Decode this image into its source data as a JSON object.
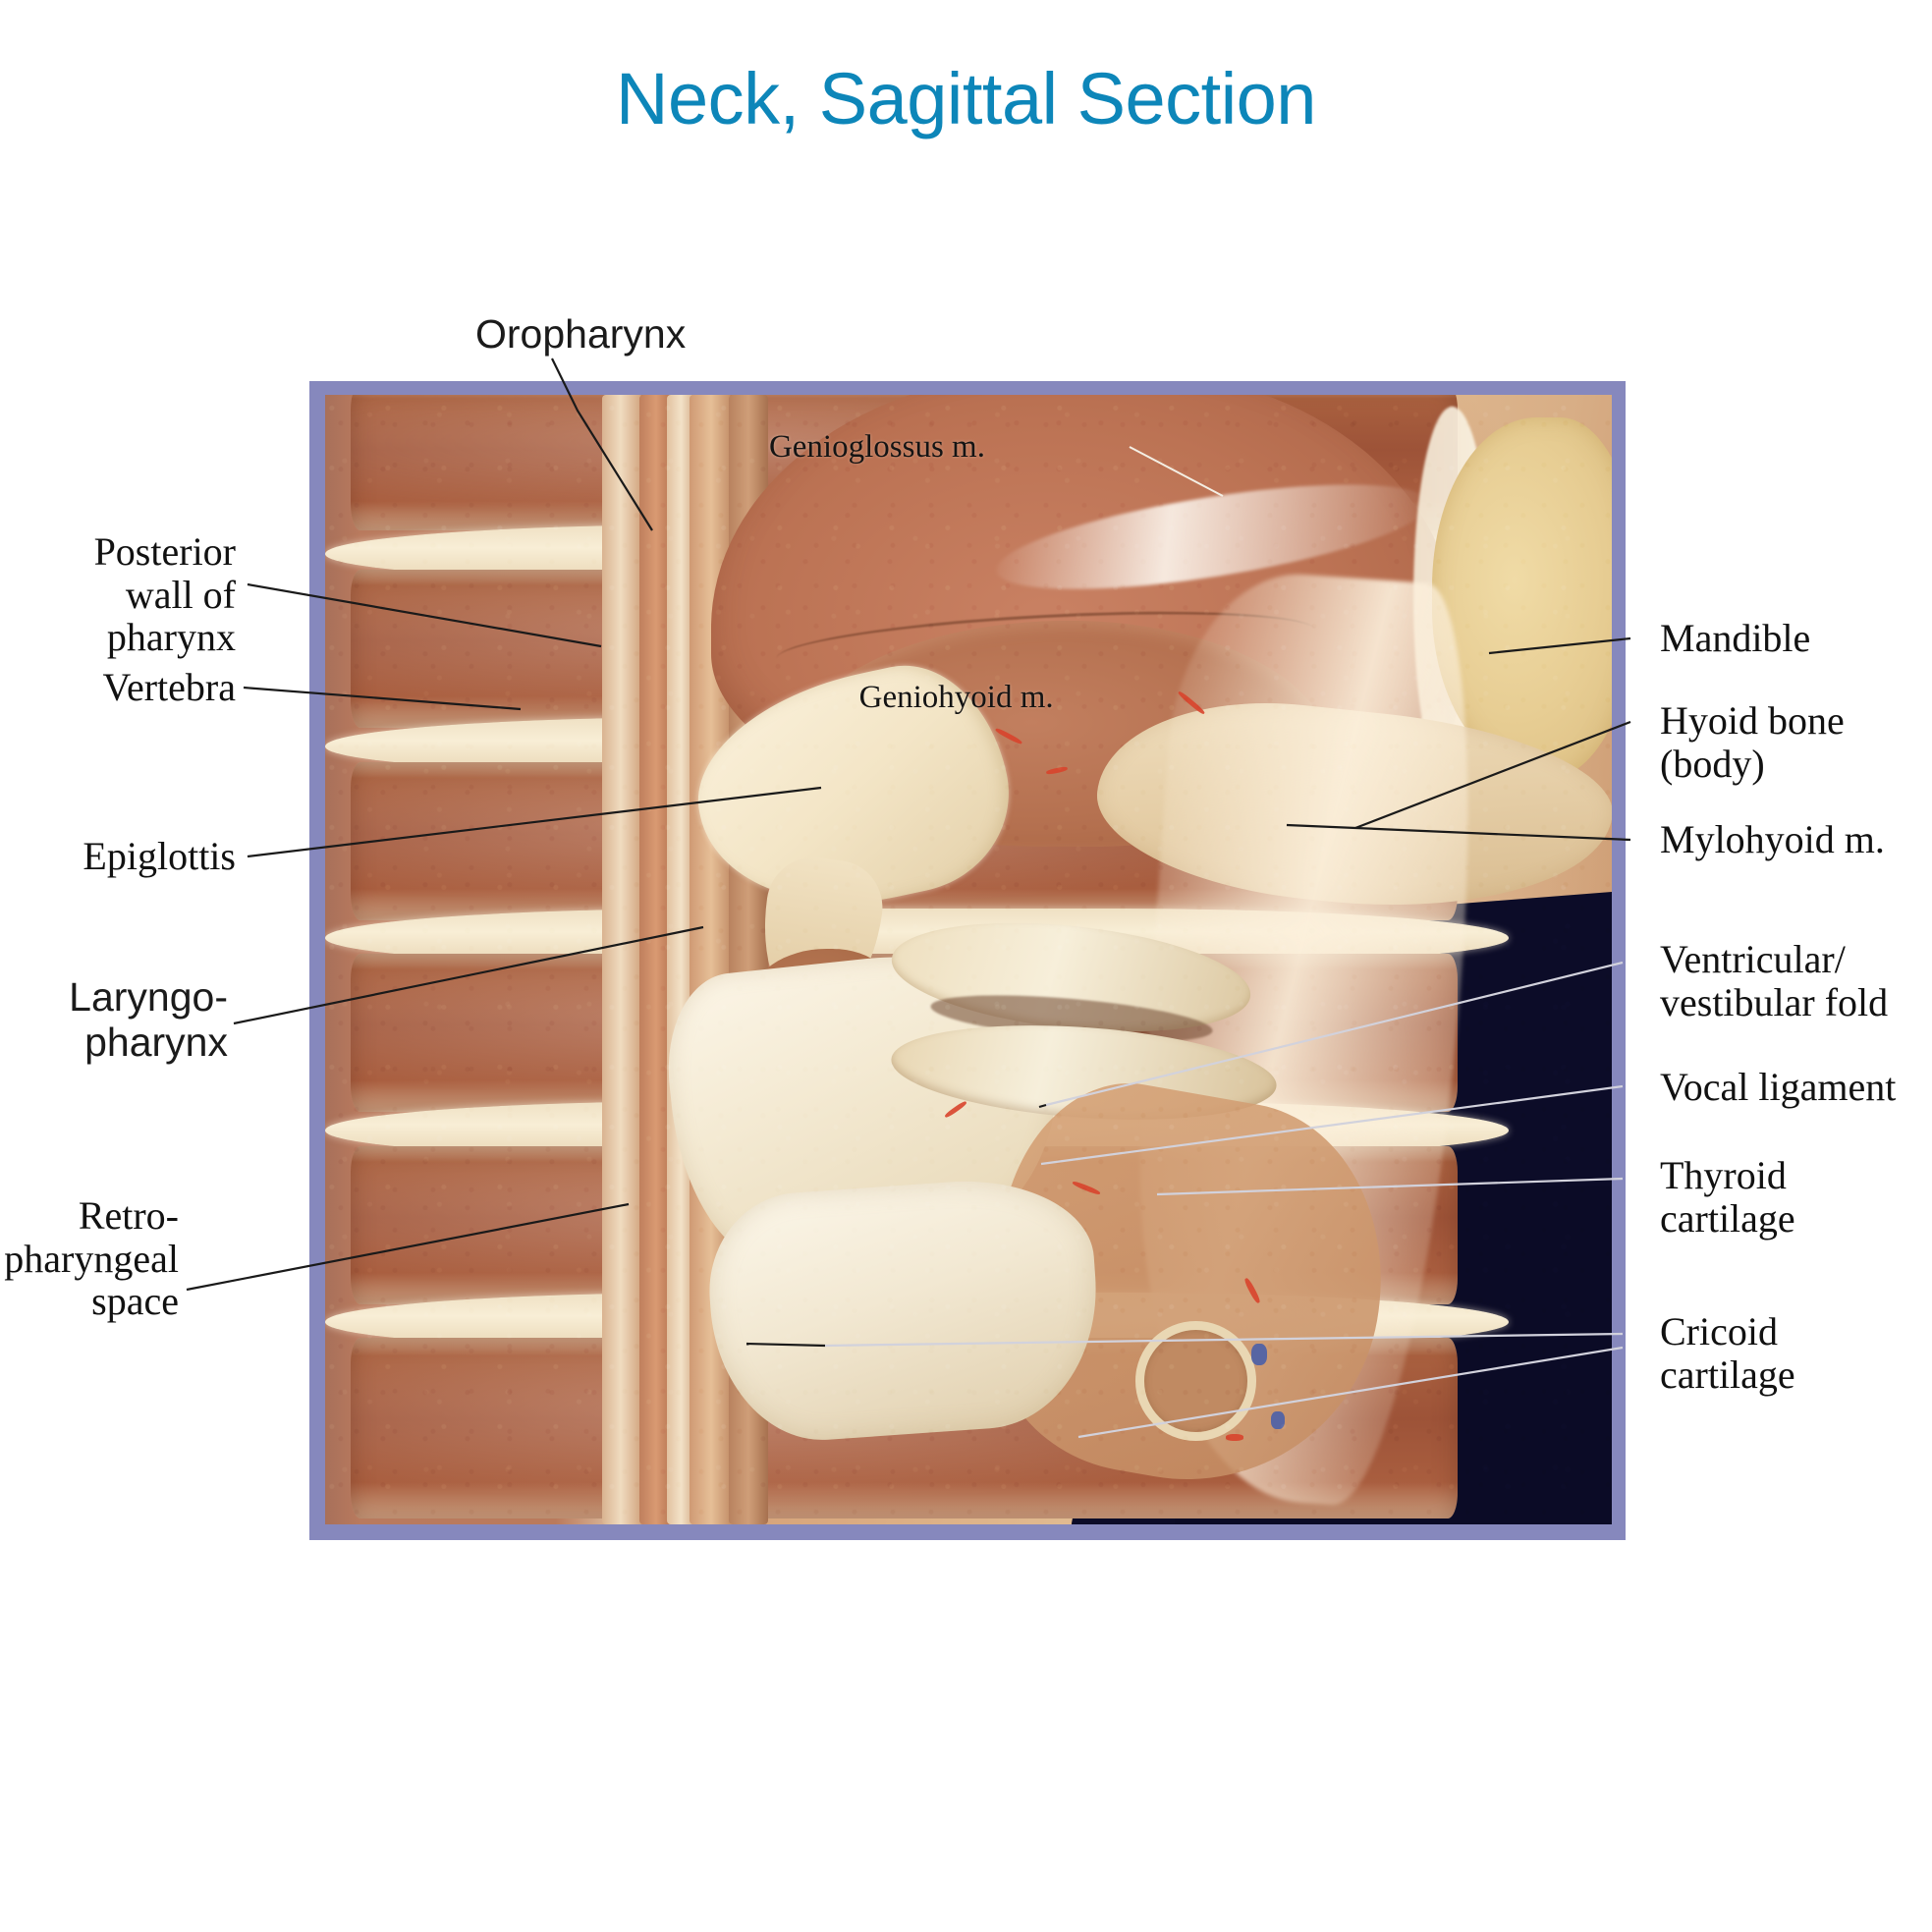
{
  "figure": {
    "title": "Neck, Sagittal Section",
    "title_color": "#0d86b9",
    "frame_color": "#8688bd",
    "background_color": "#ffffff",
    "photo_dark_background_color": "#0c0c28",
    "leader_line_color_light": "#1a1a1a",
    "leader_line_color_dark": "#cfcfd8"
  },
  "in_photo_labels": [
    {
      "id": "genioglossus",
      "text": "Genioglossus m."
    },
    {
      "id": "geniohyoid",
      "text": "Geniohyoid m."
    }
  ],
  "left_labels": [
    {
      "id": "posterior-wall-of-pharynx",
      "text": "Posterior\nwall of pharynx",
      "style": "serif"
    },
    {
      "id": "vertebra",
      "text": "Vertebra",
      "style": "serif"
    },
    {
      "id": "epiglottis",
      "text": "Epiglottis",
      "style": "serif"
    },
    {
      "id": "laryngopharynx",
      "text": "Laryngo-\npharynx",
      "style": "sans"
    },
    {
      "id": "retropharyngeal-space",
      "text": "Retro-\npharyngeal\nspace",
      "style": "serif"
    }
  ],
  "top_labels": [
    {
      "id": "oropharynx",
      "text": "Oropharynx",
      "style": "sans"
    }
  ],
  "right_labels": [
    {
      "id": "mandible",
      "text": "Mandible",
      "style": "serif"
    },
    {
      "id": "hyoid-bone-body",
      "text": "Hyoid bone\n(body)",
      "style": "serif"
    },
    {
      "id": "mylohyoid",
      "text": "Mylohyoid m.",
      "style": "serif"
    },
    {
      "id": "ventricular-vestibular-fold",
      "text": "Ventricular/\nvestibular fold",
      "style": "serif"
    },
    {
      "id": "vocal-ligament",
      "text": "Vocal ligament",
      "style": "serif"
    },
    {
      "id": "thyroid-cartilage",
      "text": "Thyroid\ncartilage",
      "style": "serif"
    },
    {
      "id": "cricoid-cartilage",
      "text": "Cricoid\ncartilage",
      "style": "serif"
    }
  ]
}
